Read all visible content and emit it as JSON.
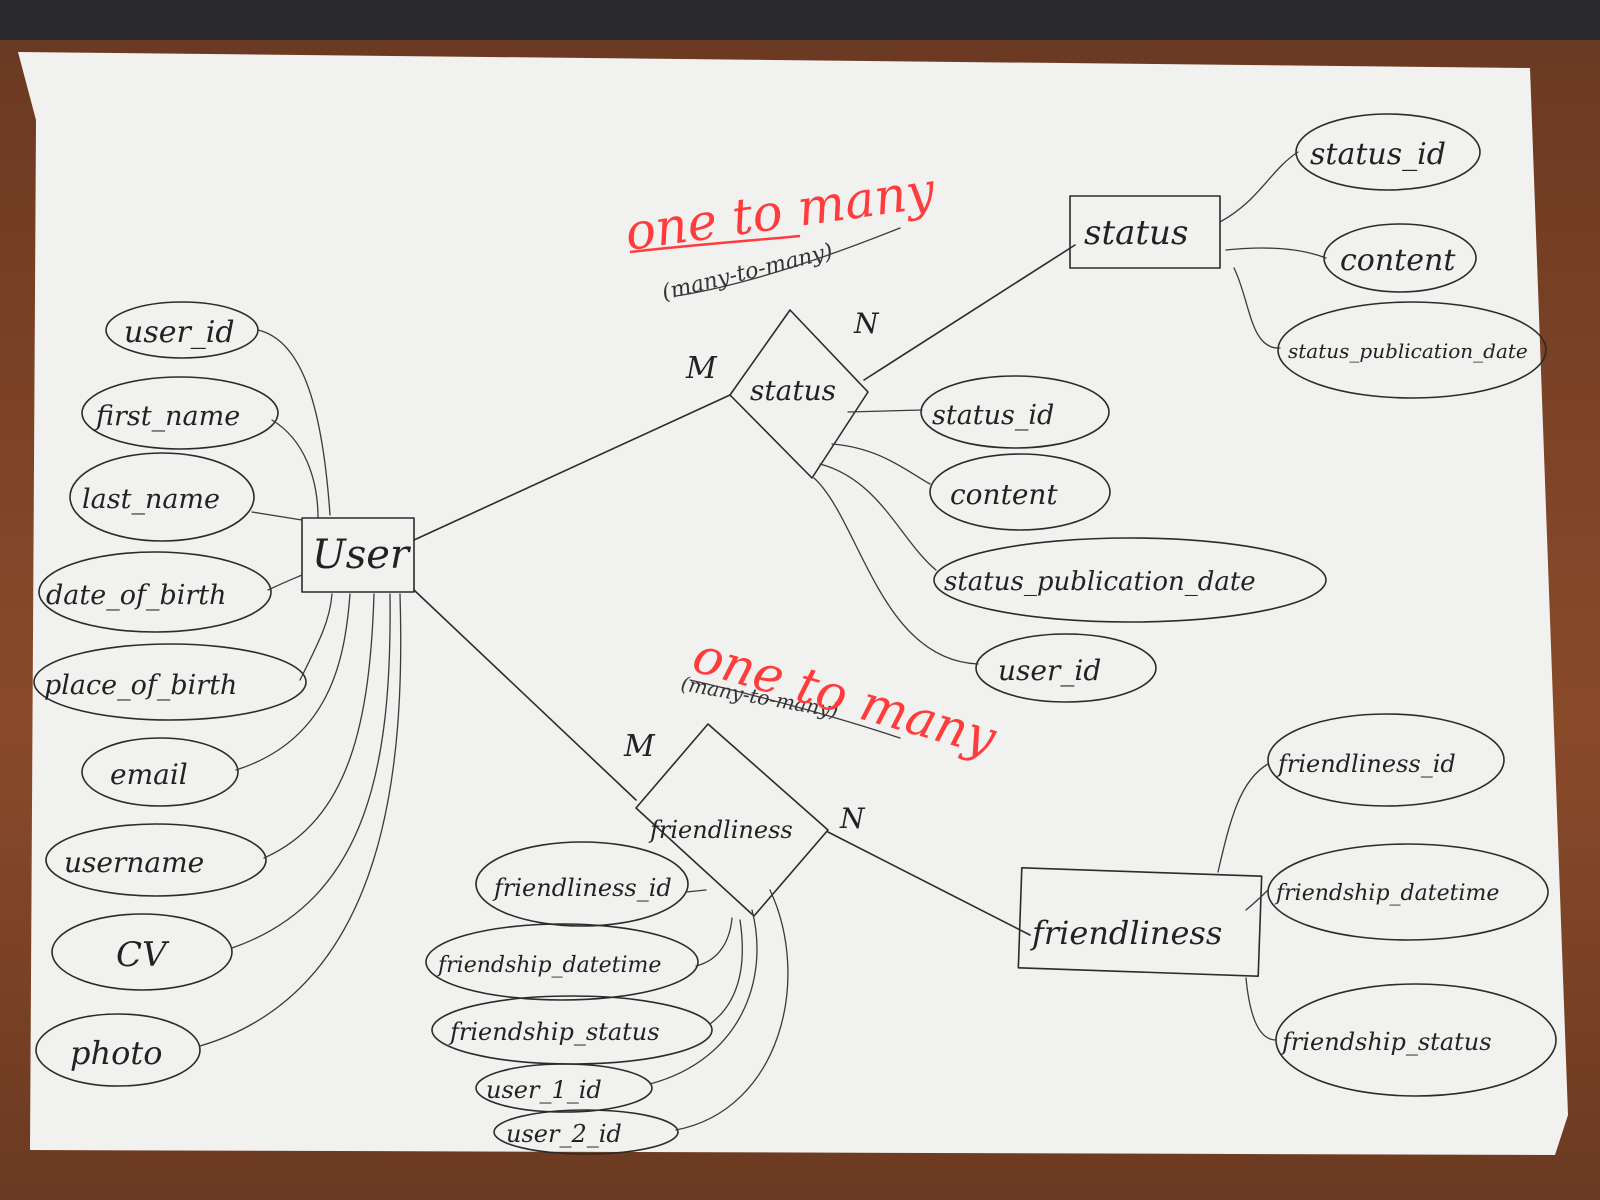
{
  "entities": {
    "user": "User",
    "status": "status",
    "friendliness": "friendliness"
  },
  "relationships": {
    "status": "status",
    "friendliness": "friendliness"
  },
  "user_attributes": [
    "user_id",
    "first_name",
    "last_name",
    "date_of_birth",
    "place_of_birth",
    "email",
    "username",
    "CV",
    "photo"
  ],
  "status_rel_attributes": [
    "status_id",
    "content",
    "status_publication_date",
    "user_id"
  ],
  "status_entity_attributes": [
    "status_id",
    "content",
    "status_publication_date"
  ],
  "friendliness_rel_attributes": [
    "friendliness_id",
    "friendship_datetime",
    "friendship_status",
    "user_1_id",
    "user_2_id"
  ],
  "friendliness_entity_attributes": [
    "friendliness_id",
    "friendship_datetime",
    "friendship_status"
  ],
  "cardinality": {
    "status_m": "M",
    "status_n": "N",
    "friendliness_m": "M",
    "friendliness_n": "N"
  },
  "annotations": {
    "status_red": "one to many",
    "status_crossed": "(many-to-many)",
    "friendliness_red": "one to many",
    "friendliness_crossed": "(many-to-many)"
  }
}
